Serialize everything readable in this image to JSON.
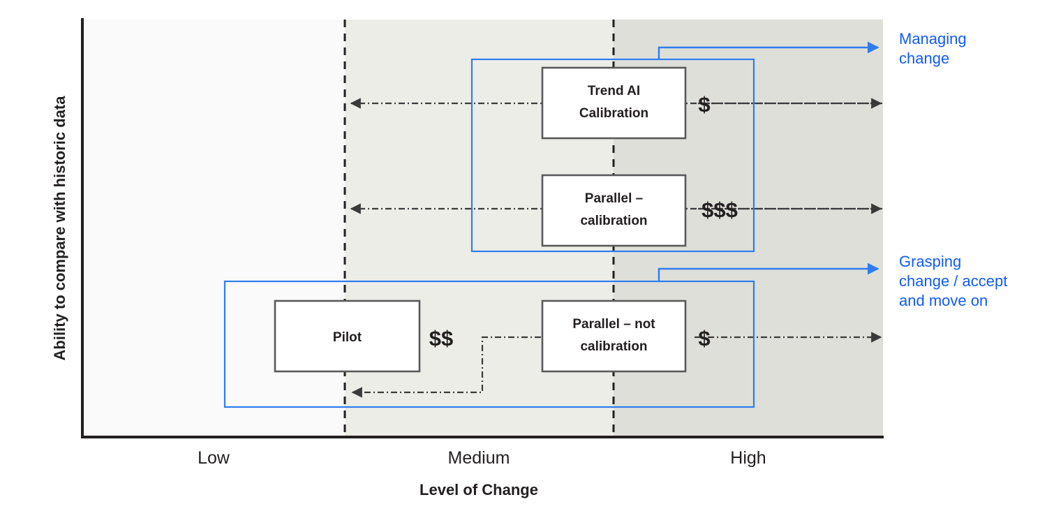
{
  "chart_data": {
    "type": "diagram",
    "title": "",
    "xlabel": "Level of Change",
    "ylabel": "Ability to compare with historic data",
    "x_ticks": [
      "Low",
      "Medium",
      "High"
    ],
    "grid": false,
    "legend": "none",
    "bands": [
      {
        "name": "low",
        "color": "#fafafa"
      },
      {
        "name": "medium",
        "color": "#edede8"
      },
      {
        "name": "high",
        "color": "#dedfd9"
      }
    ],
    "items": [
      {
        "id": "trend-ai-calibration",
        "label": "Trend AI Calibration",
        "label_line1": "Trend AI",
        "label_line2": "Calibration",
        "cost": "$",
        "x_band": "medium-high",
        "y_band": "high",
        "group": "managing-change"
      },
      {
        "id": "parallel-calibration",
        "label": "Parallel – calibration",
        "label_line1": "Parallel –",
        "label_line2": "calibration",
        "cost": "$$$",
        "x_band": "medium-high",
        "y_band": "high",
        "group": "managing-change"
      },
      {
        "id": "pilot",
        "label": "Pilot",
        "label_line1": "Pilot",
        "label_line2": "",
        "cost": "$$",
        "x_band": "low-medium",
        "y_band": "low",
        "group": "grasping-change"
      },
      {
        "id": "parallel-not-calibration",
        "label": "Parallel – not calibration",
        "label_line1": "Parallel – not",
        "label_line2": "calibration",
        "cost": "$",
        "x_band": "medium-high",
        "y_band": "low",
        "group": "grasping-change"
      }
    ],
    "groups": [
      {
        "id": "managing-change",
        "annotation": "Managing change",
        "annotation_line1": "Managing",
        "annotation_line2": "change",
        "annotation_line3": "",
        "color": "#2f7cf0"
      },
      {
        "id": "grasping-change",
        "annotation": "Grasping change / accept and move on",
        "annotation_line1": "Grasping",
        "annotation_line2": "change / accept",
        "annotation_line3": "and move on",
        "color": "#2f7cf0"
      }
    ]
  },
  "axes": {
    "y_title": "Ability to compare with historic data",
    "x_title": "Level of Change",
    "x_ticks": [
      {
        "label": "Low"
      },
      {
        "label": "Medium"
      },
      {
        "label": "High"
      }
    ]
  },
  "boxes": {
    "trend_ai": {
      "line1": "Trend AI",
      "line2": "Calibration"
    },
    "parallel_cal": {
      "line1": "Parallel –",
      "line2": "calibration"
    },
    "pilot": {
      "line1": "Pilot",
      "line2": ""
    },
    "parallel_not_cal": {
      "line1": "Parallel – not",
      "line2": "calibration"
    }
  },
  "costs": {
    "trend_ai": "$",
    "parallel_cal": "$$$",
    "pilot": "$$",
    "parallel_not_cal": "$"
  },
  "annotations": {
    "managing": {
      "line1": "Managing",
      "line2": "change"
    },
    "grasping": {
      "line1": "Grasping",
      "line2": "change / accept",
      "line3": "and move on"
    }
  },
  "colors": {
    "accent_blue": "#2f7cf0",
    "annotation_blue": "#125cf5",
    "ink": "#231f20",
    "box_stroke": "#595959",
    "band_low": "#fafafa",
    "band_medium": "#edede8",
    "band_high": "#dedfd9"
  }
}
